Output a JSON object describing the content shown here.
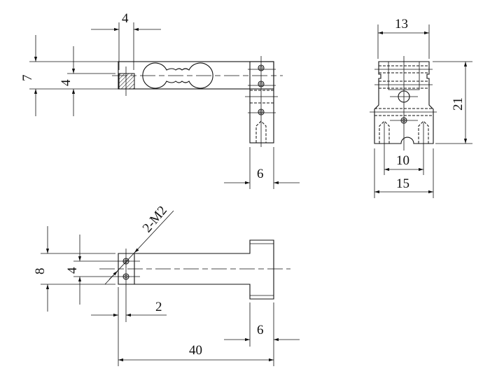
{
  "front_view": {
    "dim_top_width": "4",
    "dim_height_outer": "7",
    "dim_height_inner": "4",
    "dim_end_width": "6"
  },
  "side_view": {
    "dim_top_width": "13",
    "dim_height": "21",
    "dim_hole_spacing": "10",
    "dim_bottom_width": "15"
  },
  "bottom_view": {
    "thread_callout": "2-M2",
    "dim_height_outer": "8",
    "dim_hole_spacing": "4",
    "dim_hole_offset": "2",
    "dim_end_width": "6",
    "dim_length": "40"
  }
}
